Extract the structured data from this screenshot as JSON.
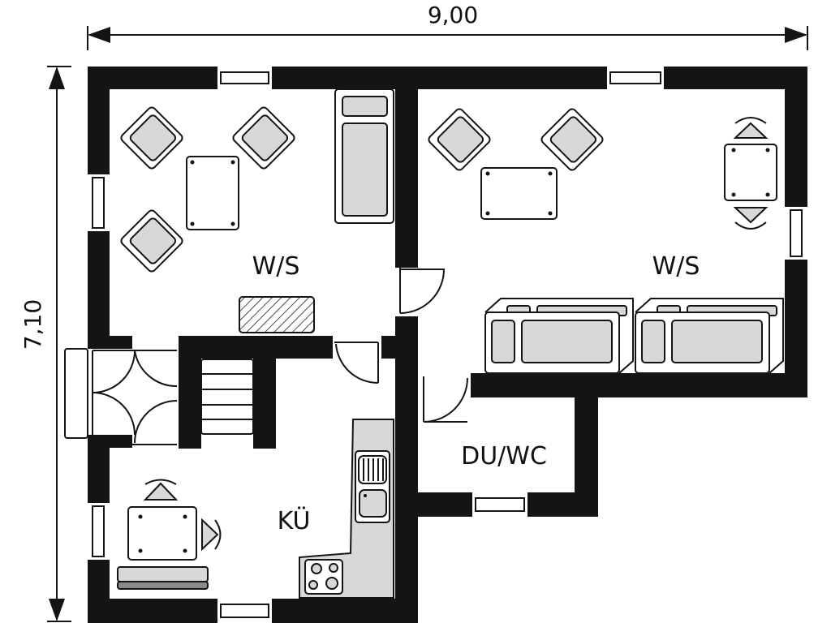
{
  "dimensions": {
    "width": "9,00",
    "height": "7,10"
  },
  "rooms": {
    "living_left": "W/S",
    "living_right": "W/S",
    "bathroom": "DU/WC",
    "kitchen": "KÜ"
  },
  "colors": {
    "wall": "#141414",
    "furniture_fill": "#d8d8d8"
  }
}
